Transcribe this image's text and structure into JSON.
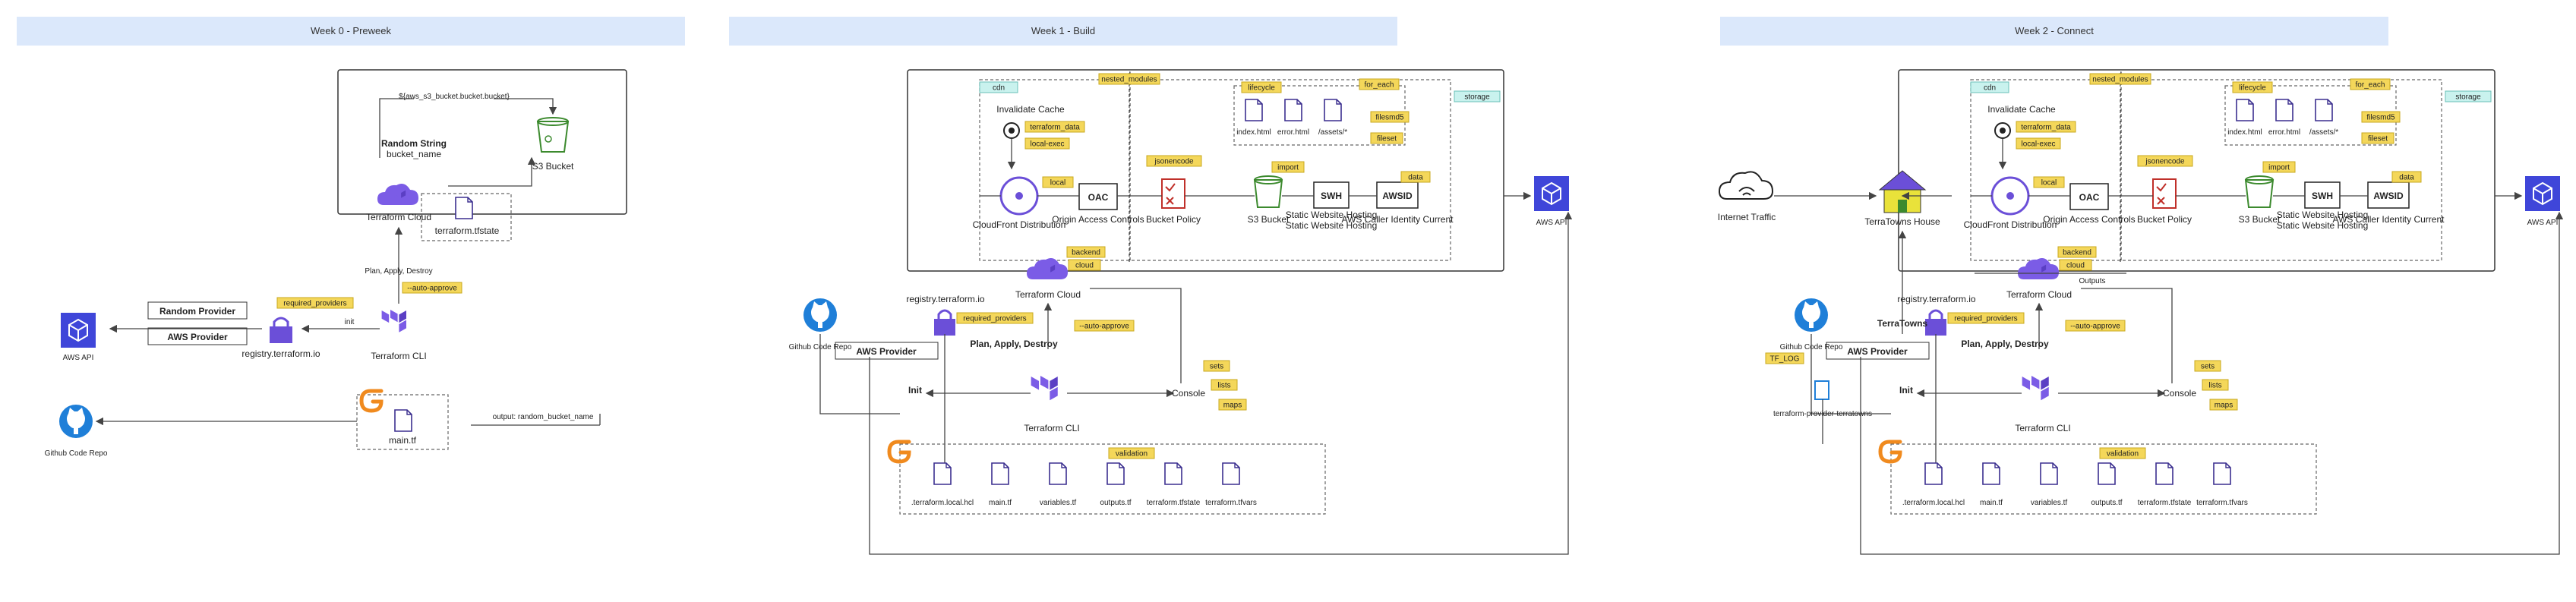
{
  "panels": {
    "week0": "Week 0 - Preweek",
    "week1": "Week 1 - Build",
    "week2": "Week 2 - Connect"
  },
  "colors": {
    "header_bg": "#dbe8fb",
    "tag_yellow": "#f4d75a",
    "tag_cyan": "#c9f2ee",
    "terraform_purple": "#6b4fd8",
    "aws_blue": "#3f46d9",
    "github_blue": "#1f7fd8",
    "gitpod_orange": "#f08a1e",
    "s3_green": "#3c8a2e",
    "policy_red": "#c0302a"
  },
  "icons": [
    "terraform-icon",
    "terraform-cloud-icon",
    "aws-api-icon",
    "github-icon",
    "gitpod-icon",
    "s3-bucket-icon",
    "file-icon",
    "random-string-icon",
    "cloudfront-icon",
    "bucket-policy-icon",
    "house-icon",
    "internet-icon",
    "padlock-icon",
    "invalidate-cache-icon",
    "binary-icon"
  ],
  "w0": {
    "label_urn": "${aws_s3_bucket.bucket.bucket}",
    "random_string": "Random String",
    "bucket_name": "bucket_name",
    "s3_bucket": "S3 Bucket",
    "terraform_cloud": "Terraform Cloud",
    "tfstate": "terraform.tfstate",
    "plan_apply": "Plan, Apply, Destroy",
    "auto_approve": "--auto-approve",
    "random_provider": "Random Provider",
    "required_providers": "required_providers",
    "aws_provider": "AWS Provider",
    "registry": "registry.terraform.io",
    "init": "init",
    "terraform_cli": "Terraform CLI",
    "aws_api": "AWS API",
    "github": "Github Code Repo",
    "main_tf": "main.tf",
    "output": "output: random_bucket_name"
  },
  "w1": {
    "cdn": "cdn",
    "nested": "nested_modules",
    "lifecycle": "lifecycle",
    "for_each": "for_each",
    "storage": "storage",
    "invalidate": "Invalidate Cache",
    "tf_data": "terraform_data",
    "local_exec": "local-exec",
    "local": "local",
    "jsonencode": "jsonencode",
    "import": "import",
    "filesmd5": "filesmd5",
    "fileset": "fileset",
    "data": "data",
    "index": "index.html",
    "error": "error.html",
    "assets": "/assets/*",
    "cloudfront": "CloudFront Distribution",
    "oac": "OAC",
    "oac_label": "Origin Access Controls",
    "bucket_policy": "Bucket Policy",
    "s3": "S3 Bucket",
    "swh": "SWH",
    "swh_label": "Static Website Hosting",
    "awsid": "AWSID",
    "awsid_label": "AWS Caller Identity Current",
    "aws_api": "AWS API",
    "backend": "backend",
    "cloud": "cloud",
    "terraform_cloud": "Terraform Cloud",
    "registry": "registry.terraform.io",
    "required_providers": "required_providers",
    "aws_provider": "AWS Provider",
    "plan_apply": "Plan, Apply, Destroy",
    "auto_approve": "--auto-approve",
    "init": "Init",
    "console": "Console",
    "sets": "sets",
    "lists": "lists",
    "maps": "maps",
    "terraform_cli": "Terraform CLI",
    "github": "Github Code Repo",
    "validation": "validation",
    "files": [
      ".terraform.local.hcl",
      "main.tf",
      "variables.tf",
      "outputs.tf",
      "terraform.tfstate",
      "terraform.tfvars"
    ]
  },
  "w2": {
    "internet": "Internet Traffic",
    "house": "TerraTowns House",
    "terratowns": "TerraTowns",
    "tf_log": "TF_LOG",
    "provider": "terraform-provider-terratowns",
    "tf_data": "terraform_data",
    "output": "Outputs"
  }
}
